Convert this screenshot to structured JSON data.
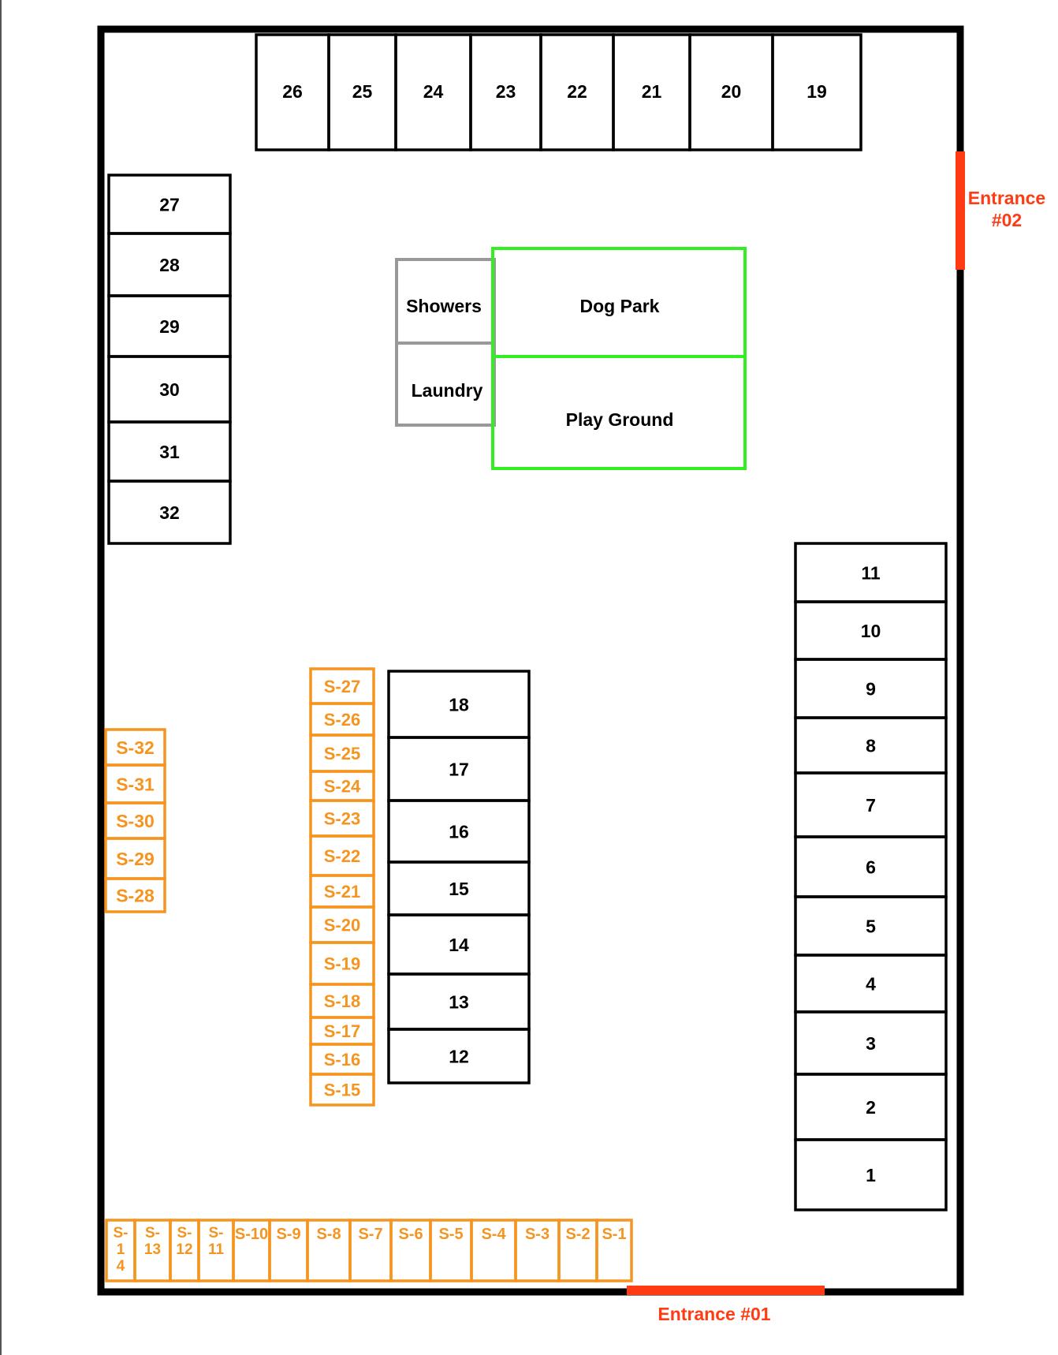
{
  "map": {
    "colors": {
      "site_border": "#000000",
      "boundary": "#000000",
      "small_site": "#f5941e",
      "amenity_gray": "#999999",
      "amenity_green": "#33ee22",
      "entrance": "#ff3b14",
      "page_edge": "#555555"
    },
    "entrances": {
      "entrance_01": "Entrance #01",
      "entrance_02_line1": "Entrance",
      "entrance_02_line2": "#02"
    },
    "amenities": {
      "showers": "Showers",
      "laundry": "Laundry",
      "dog_park": "Dog Park",
      "play_ground": "Play Ground"
    },
    "top_row": [
      "26",
      "25",
      "24",
      "23",
      "22",
      "21",
      "20",
      "19"
    ],
    "left_block": [
      "27",
      "28",
      "29",
      "30",
      "31",
      "32"
    ],
    "right_column": [
      "11",
      "10",
      "9",
      "8",
      "7",
      "6",
      "5",
      "4",
      "3",
      "2",
      "1"
    ],
    "center_column": [
      "18",
      "17",
      "16",
      "15",
      "14",
      "13",
      "12"
    ],
    "small_left_column": [
      "S-32",
      "S-31",
      "S-30",
      "S-29",
      "S-28"
    ],
    "small_center_column": [
      "S-27",
      "S-26",
      "S-25",
      "S-24",
      "S-23",
      "S-22",
      "S-21",
      "S-20",
      "S-19",
      "S-18",
      "S-17",
      "S-16",
      "S-15"
    ],
    "small_bottom_row_stacked": [
      {
        "line1": "S-",
        "line2": "1",
        "line3": "4"
      },
      {
        "line1": "S-",
        "line2": "13"
      },
      {
        "line1": "S-",
        "line2": "12"
      },
      {
        "line1": "S-",
        "line2": "11"
      }
    ],
    "small_bottom_row": [
      "S-10",
      "S-9",
      "S-8",
      "S-7",
      "S-6",
      "S-5",
      "S-4",
      "S-3",
      "S-2",
      "S-1"
    ]
  }
}
